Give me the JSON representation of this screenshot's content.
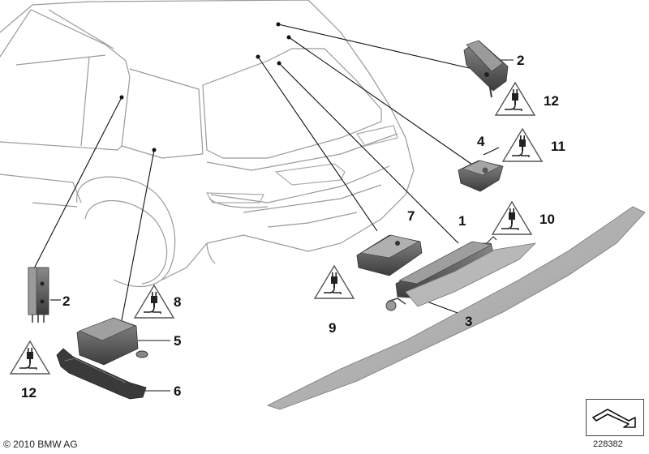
{
  "diagram": {
    "copyright": "© 2010 BMW AG",
    "diagram_id": "228382",
    "callouts": {
      "c1": "1",
      "c2_top": "2",
      "c2_left": "2",
      "c3": "3",
      "c4": "4",
      "c5": "5",
      "c6": "6",
      "c7": "7",
      "c8": "8",
      "c9": "9",
      "c10": "10",
      "c11": "11",
      "c12_top": "12",
      "c12_left": "12"
    },
    "icons": [
      "plug-warning-icon",
      "bracket-icon",
      "module-icon",
      "antenna-strip-icon",
      "car-outline-icon",
      "navigation-arrow-icon"
    ]
  }
}
